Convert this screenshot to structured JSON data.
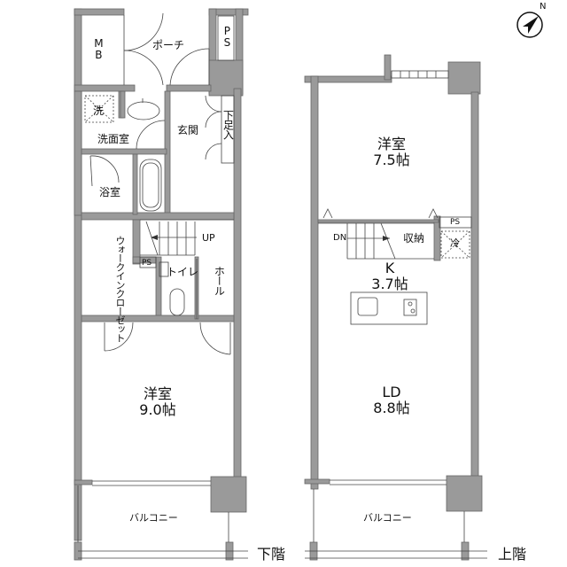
{
  "compass": {
    "label": "N"
  },
  "lower_floor": {
    "floor_label": "下階",
    "rooms": {
      "mb": "MB",
      "porch": "ポーチ",
      "ps_top": "PS",
      "washer": "洗",
      "washroom": "洗面室",
      "entrance": "玄関",
      "shoe_storage": "下足入",
      "bathroom": "浴室",
      "stairs_up": "UP",
      "walk_in_closet": "ウォークインクローゼット",
      "ps_small": "PS",
      "toilet": "トイレ",
      "hall": "ホール",
      "western_room_name": "洋室",
      "western_room_size": "9.0帖",
      "balcony": "バルコニー"
    }
  },
  "upper_floor": {
    "floor_label": "上階",
    "rooms": {
      "western_room_name": "洋室",
      "western_room_size": "7.5帖",
      "stairs_down": "DN",
      "storage": "収納",
      "ps": "PS",
      "fridge": "冷",
      "kitchen_name": "K",
      "kitchen_size": "3.7帖",
      "ld_name": "LD",
      "ld_size": "8.8帖",
      "balcony": "バルコニー"
    }
  },
  "colors": {
    "wall": "#9a9a9a",
    "wall_stroke": "#555555",
    "line": "#444444"
  }
}
